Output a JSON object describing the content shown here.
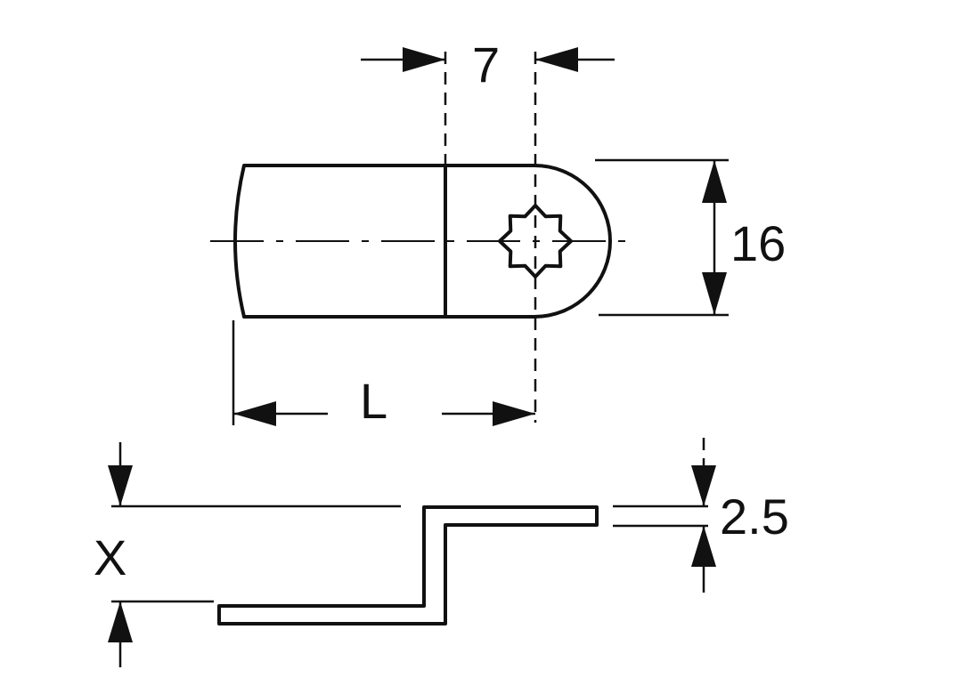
{
  "labels": {
    "dim_7": "7",
    "dim_16": "16",
    "dim_L": "L",
    "dim_2_5": "2.5",
    "dim_X": "X"
  },
  "colors": {
    "ink": "#111111",
    "background": "#ffffff"
  }
}
